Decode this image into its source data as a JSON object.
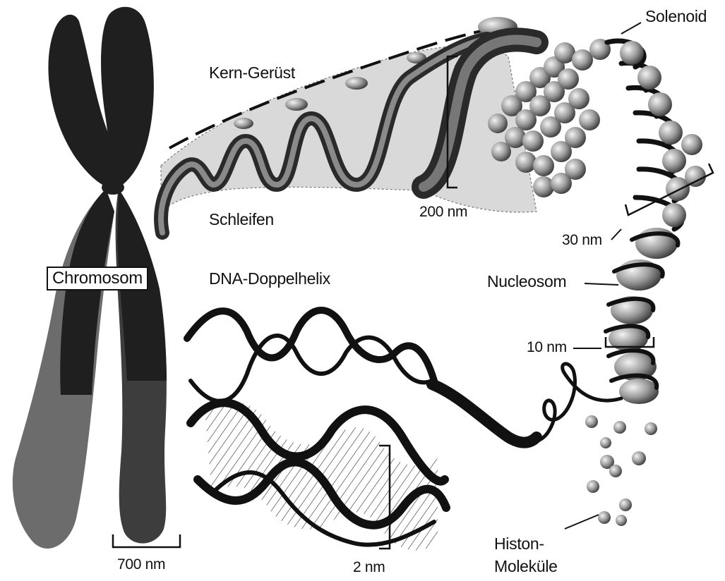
{
  "figure": {
    "labels": {
      "chromosome": "Chromosom",
      "scaffold": "Kern-Gerüst",
      "loops": "Schleifen",
      "double_helix": "DNA-Doppelhelix",
      "solenoid": "Solenoid",
      "nucleosome": "Nucleosom",
      "histone_line1": "Histon-",
      "histone_line2": "Moleküle",
      "scale_700": "700 nm",
      "scale_200": "200 nm",
      "scale_30": "30 nm",
      "scale_10": "10 nm",
      "scale_2": "2 nm"
    },
    "colors": {
      "ink": "#111111",
      "dark_fill": "#2a2a2a",
      "mid_fill": "#6a6a6a",
      "light_fill": "#bdbdbd",
      "shade": "#d6d6d6",
      "background": "#ffffff"
    }
  }
}
